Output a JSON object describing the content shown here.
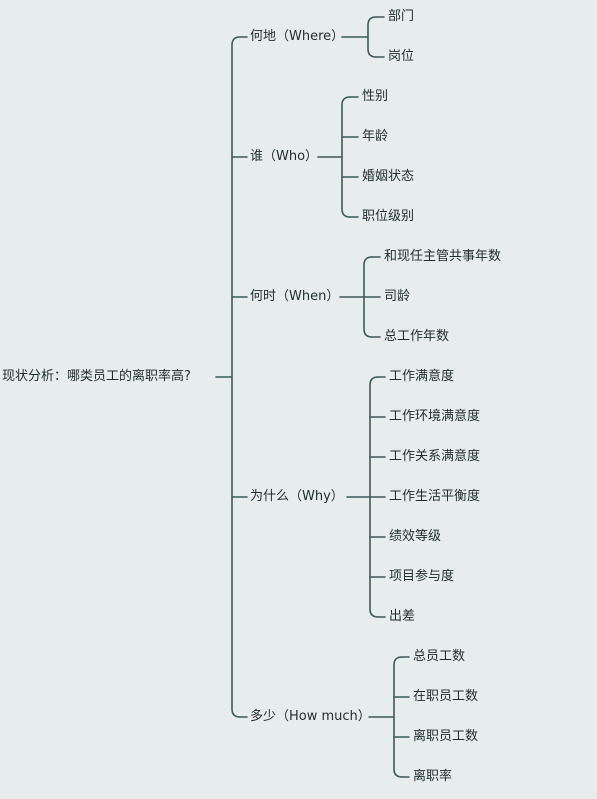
{
  "root": {
    "label": "现状分析：哪类员工的离职率高?"
  },
  "line_color": "#3f5a5a",
  "branches": [
    {
      "label": "何地（Where）",
      "children": [
        "部门",
        "岗位"
      ]
    },
    {
      "label": "谁（Who）",
      "children": [
        "性别",
        "年龄",
        "婚姻状态",
        "职位级别"
      ]
    },
    {
      "label": "何时（When）",
      "children": [
        "和现任主管共事年数",
        "司龄",
        "总工作年数"
      ]
    },
    {
      "label": "为什么（Why）",
      "children": [
        "工作满意度",
        "工作环境满意度",
        "工作关系满意度",
        "工作生活平衡度",
        "绩效等级",
        "项目参与度",
        "出差"
      ]
    },
    {
      "label": "多少（How much）",
      "children": [
        "总员工数",
        "在职员工数",
        "离职员工数",
        "离职率"
      ]
    }
  ]
}
